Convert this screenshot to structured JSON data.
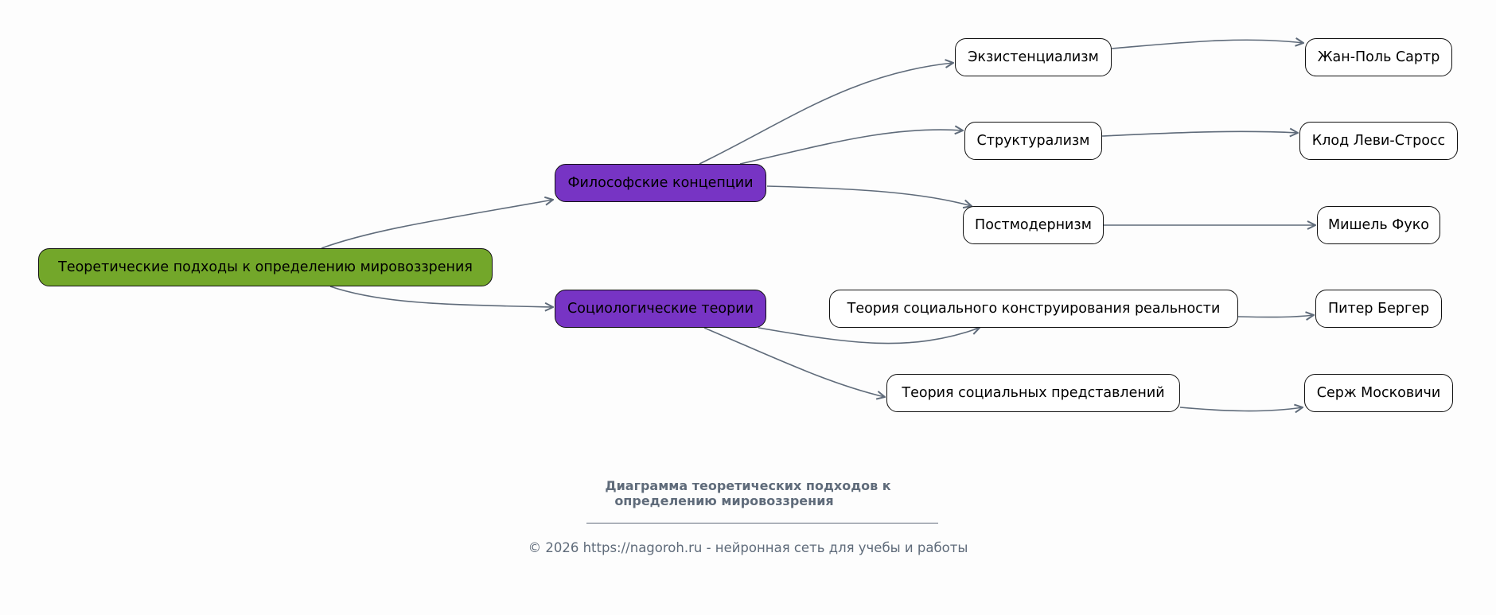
{
  "colors": {
    "root": "#73a72a",
    "category": "#7734c4",
    "leaf": "#ffffff",
    "edge": "#5f6b7a",
    "caption": "#5f6b7a"
  },
  "nodes": {
    "root": "Теоретические подходы к определению мировоззрения",
    "philosophy": "Философские концепции",
    "sociology": "Социологические теории",
    "existentialism": "Экзистенциализм",
    "structuralism": "Структурализм",
    "postmodernism": "Постмодернизм",
    "social_construction": "Теория социального конструирования реальности",
    "social_representations": "Теория социальных представлений",
    "sartre": "Жан-Поль Сартр",
    "levi_strauss": "Клод Леви-Стросс",
    "foucault": "Мишель Фуко",
    "berger": "Питер Бергер",
    "moscovici": "Серж Московичи"
  },
  "caption": {
    "title_line1": "Диаграмма теоретических подходов к",
    "title_line2": "определению мировоззрения",
    "footer": "© 2026 https://nagoroh.ru - нейронная сеть для учебы и работы"
  }
}
